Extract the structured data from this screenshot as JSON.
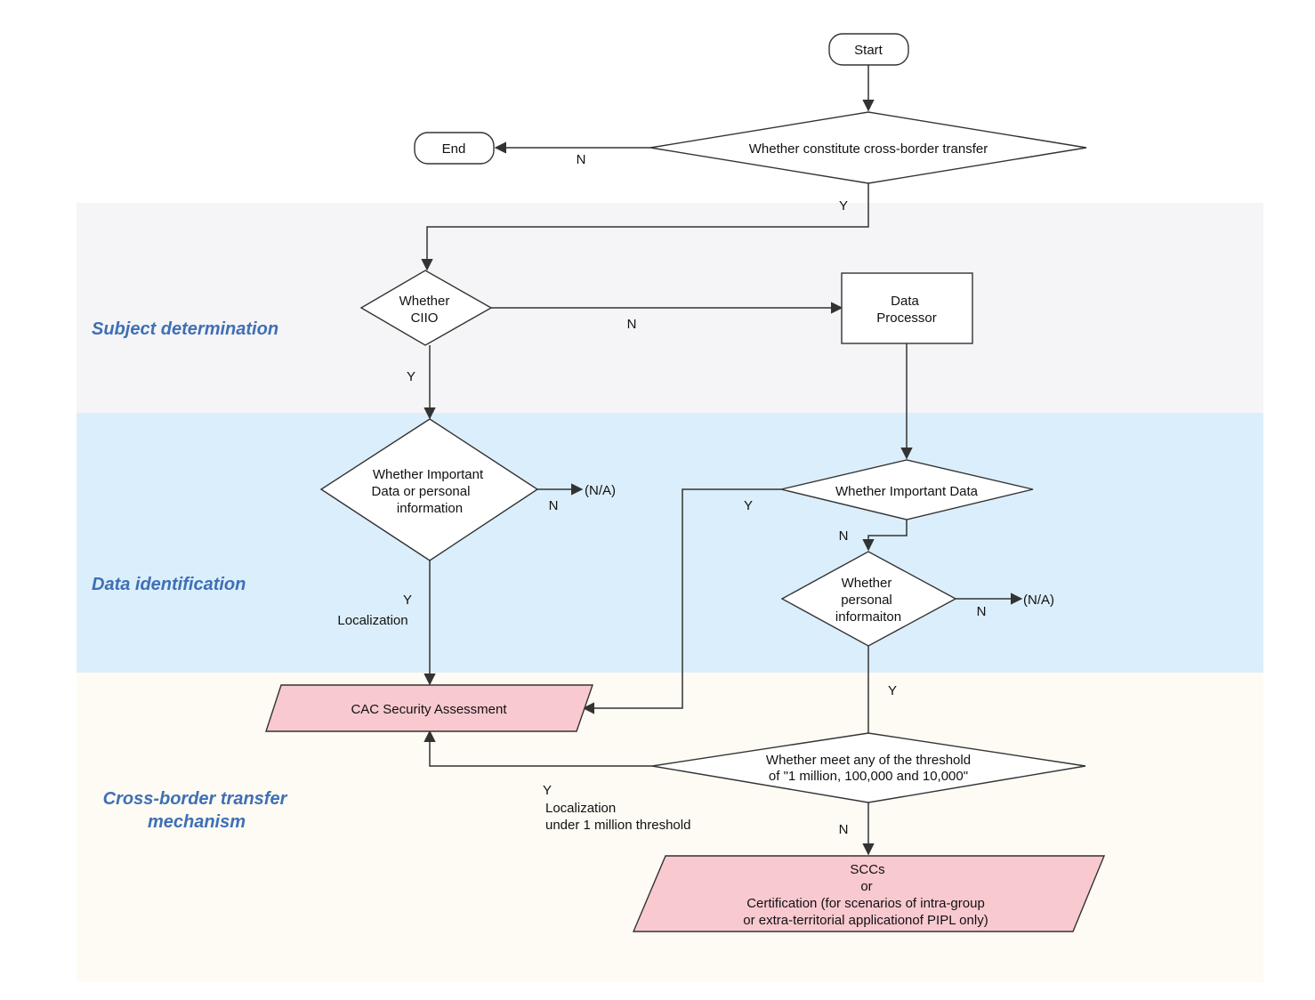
{
  "bands": {
    "subject": "Subject determination",
    "data": "Data identification",
    "mechanism_line1": "Cross-border transfer",
    "mechanism_line2": "mechanism"
  },
  "colors": {
    "band_subject": "#f5f4f6",
    "band_data": "#dbeefb",
    "band_mechanism": "#fdfbf3",
    "band_label": "#3f6fb5",
    "terminal_fill": "#f9c9d0"
  },
  "nodes": {
    "start": "Start",
    "end": "End",
    "cross_border": "Whether constitute cross-border transfer",
    "ciio": [
      "Whether",
      "CIIO"
    ],
    "data_processor": [
      "Data",
      "Processor"
    ],
    "important_or_pi": [
      "Whether Important",
      "Data or personal",
      "information"
    ],
    "important_data": "Whether Important Data",
    "personal_info": [
      "Whether",
      "personal",
      "informaiton"
    ],
    "cac": "CAC Security Assessment",
    "threshold": [
      "Whether meet any of the threshold",
      "of \"1 million, 100,000 and 10,000\""
    ],
    "sccs": [
      "SCCs",
      "or",
      "Certification (for scenarios of intra-group",
      "or extra-territorial applicationof PIPL only)"
    ]
  },
  "edge_labels": {
    "start_end_n": "N",
    "cross_y": "Y",
    "ciio_n": "N",
    "ciio_y": "Y",
    "na_1": "(N/A)",
    "n_1": "N",
    "y_localization_1": "Y",
    "localization_1": "Localization",
    "important_y": "Y",
    "important_n": "N",
    "na_2": "(N/A)",
    "n_2": "N",
    "pi_y": "Y",
    "threshold_y": "Y",
    "threshold_localization": "Localization",
    "threshold_under": "under 1 million threshold",
    "threshold_n": "N"
  }
}
